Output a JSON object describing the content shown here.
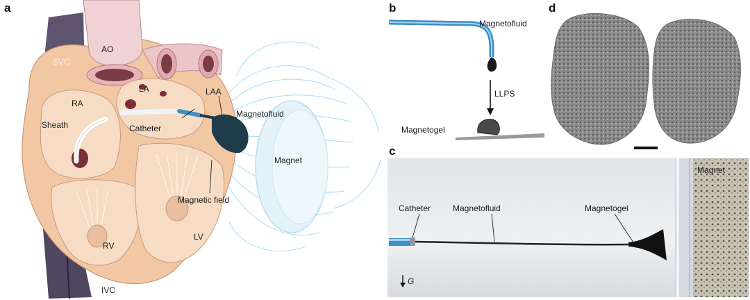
{
  "panel_letters": {
    "a": "a",
    "b": "b",
    "c": "c",
    "d": "d"
  },
  "panel_a": {
    "svc": "SVC",
    "ao": "AO",
    "la": "LA",
    "laa": "LAA",
    "ra": "RA",
    "sheath": "Sheath",
    "catheter": "Catheter",
    "magnetofluid": "Magnetofluid",
    "magnet": "Magnet",
    "magnetic_field": "Magnetic field",
    "rv": "RV",
    "lv": "LV",
    "ivc": "IVC"
  },
  "panel_b": {
    "magnetofluid": "Magnetofluid",
    "llps": "LLPS",
    "magnetogel": "Magnetogel"
  },
  "panel_c": {
    "catheter": "Catheter",
    "magnetofluid": "Magnetofluid",
    "magnetogel": "Magnetogel",
    "magnet": "Magnet",
    "gravity": "G"
  },
  "colors": {
    "heart_muscle": "#f2c7a4",
    "chamber": "#f6dcc4",
    "vessel": "#e9b8bb",
    "vein_dark": "#5f5470",
    "field_lines": "#7ec8ea",
    "catheter_blue": "#3d8fc4",
    "gel_dark": "#1f3c4a"
  }
}
